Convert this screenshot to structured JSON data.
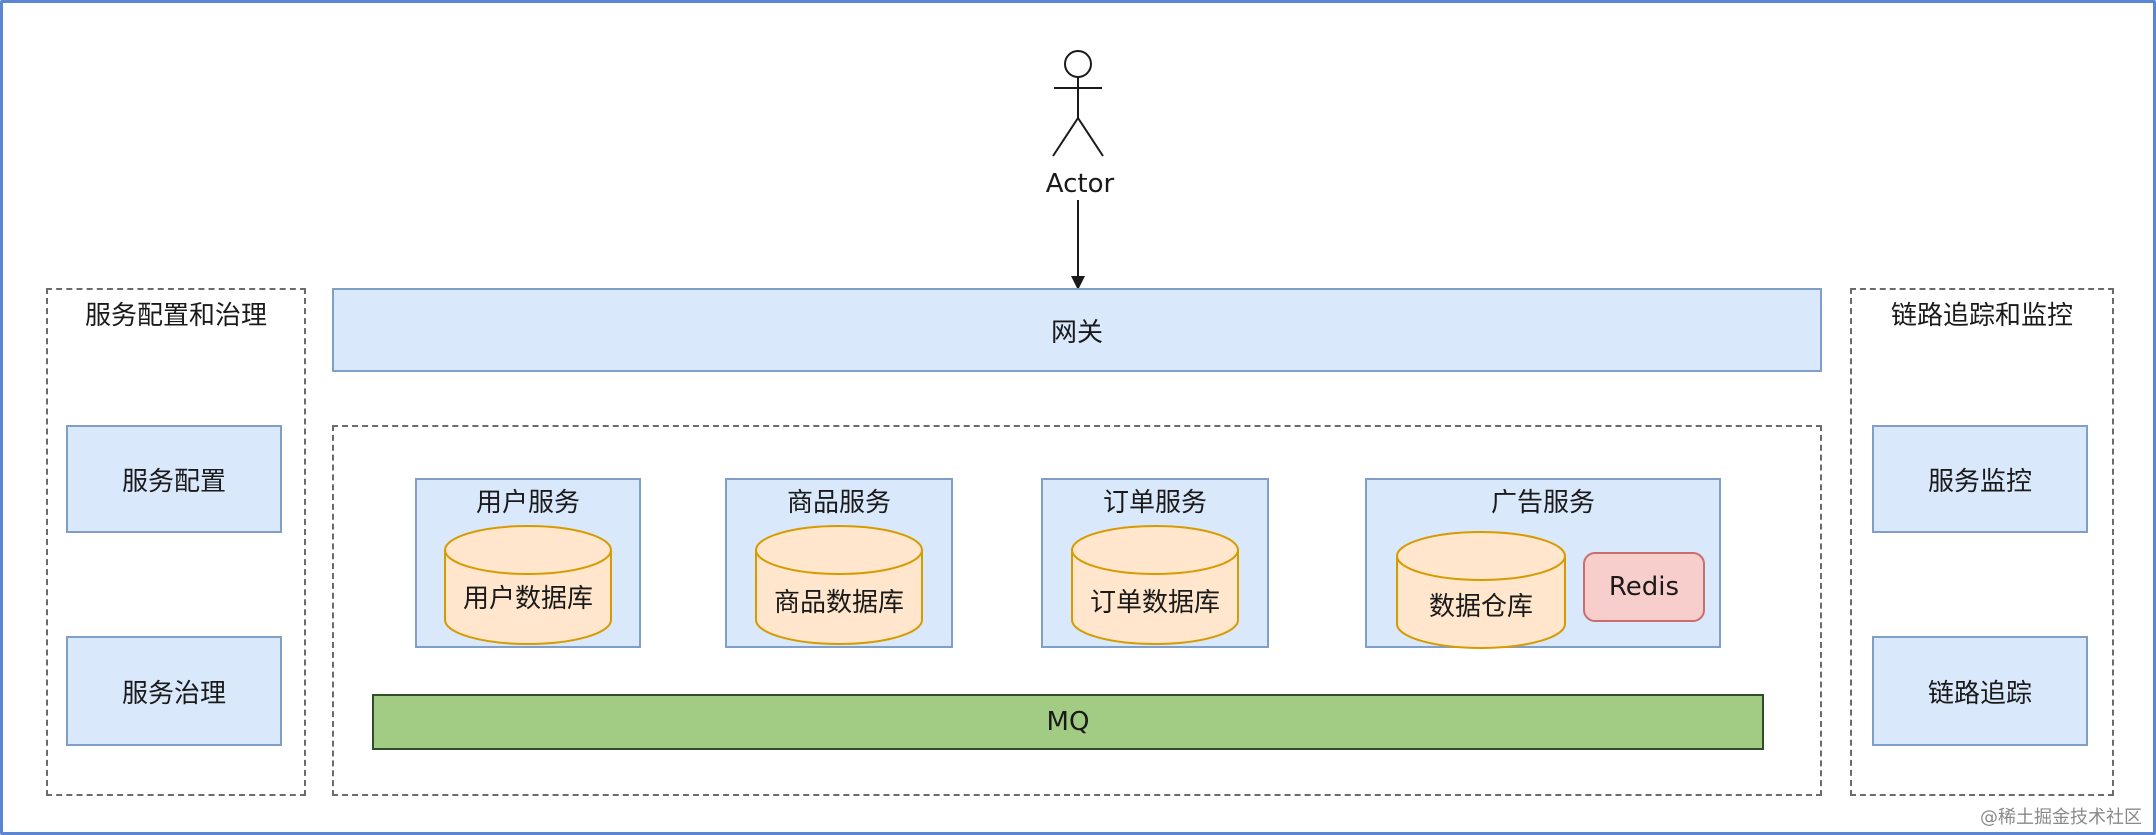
{
  "actor": {
    "label": "Actor"
  },
  "gateway": {
    "label": "网关"
  },
  "left_group": {
    "title": "服务配置和治理",
    "items": [
      "服务配置",
      "服务治理"
    ]
  },
  "right_group": {
    "title": "链路追踪和监控",
    "items": [
      "服务监控",
      "链路追踪"
    ]
  },
  "services": [
    {
      "title": "用户服务",
      "db": "用户数据库"
    },
    {
      "title": "商品服务",
      "db": "商品数据库"
    },
    {
      "title": "订单服务",
      "db": "订单数据库"
    },
    {
      "title": "广告服务",
      "db": "数据仓库",
      "cache": "Redis"
    }
  ],
  "mq": {
    "label": "MQ"
  },
  "watermark": "@稀土掘金技术社区",
  "colors": {
    "blue_fill": "#dae8fc",
    "blue_stroke": "#7f9fc9",
    "cylinder_fill": "#ffe6cc",
    "cylinder_stroke": "#d79b00",
    "redis_fill": "#f8cecc",
    "mq_fill": "#a2cc83",
    "frame": "#5b86d6"
  }
}
